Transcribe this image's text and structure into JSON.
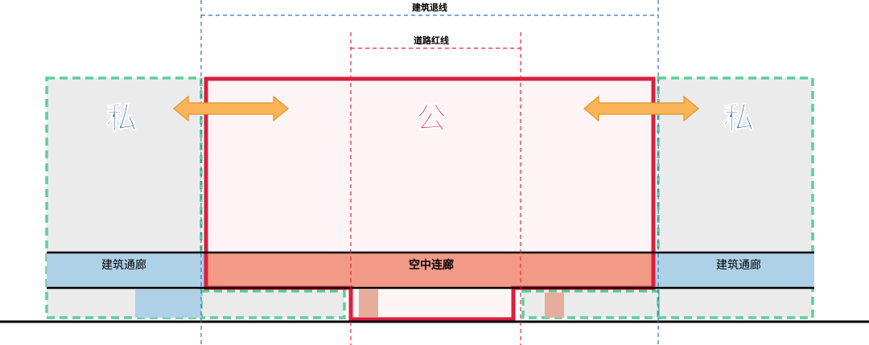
{
  "labels": {
    "setback_line": "建筑退线",
    "road_red_line": "道路红线",
    "private_left": "私",
    "public_center": "公",
    "private_right": "私",
    "corridor_left": "建筑通廊",
    "skybridge": "空中连廊",
    "corridor_right": "建筑通廊"
  },
  "colors": {
    "setback_line": "#3a6fc4",
    "road_red_line": "#e8263a",
    "private_zone_border": "#5ccf9a",
    "private_zone_fill": "#ebebeb",
    "public_zone_border": "#dc1e3c",
    "public_zone_fill": "#fdf5f5",
    "corridor_fill": "#aed1e8",
    "skybridge_fill": "#f29a86",
    "arrow_fill": "#fbb456",
    "arrow_stroke": "#e0932c",
    "private_text": "#2b5fb3",
    "public_text": "#dc1e3c",
    "ground_line": "#000000",
    "pillar_fill": "#e6ad9c"
  }
}
